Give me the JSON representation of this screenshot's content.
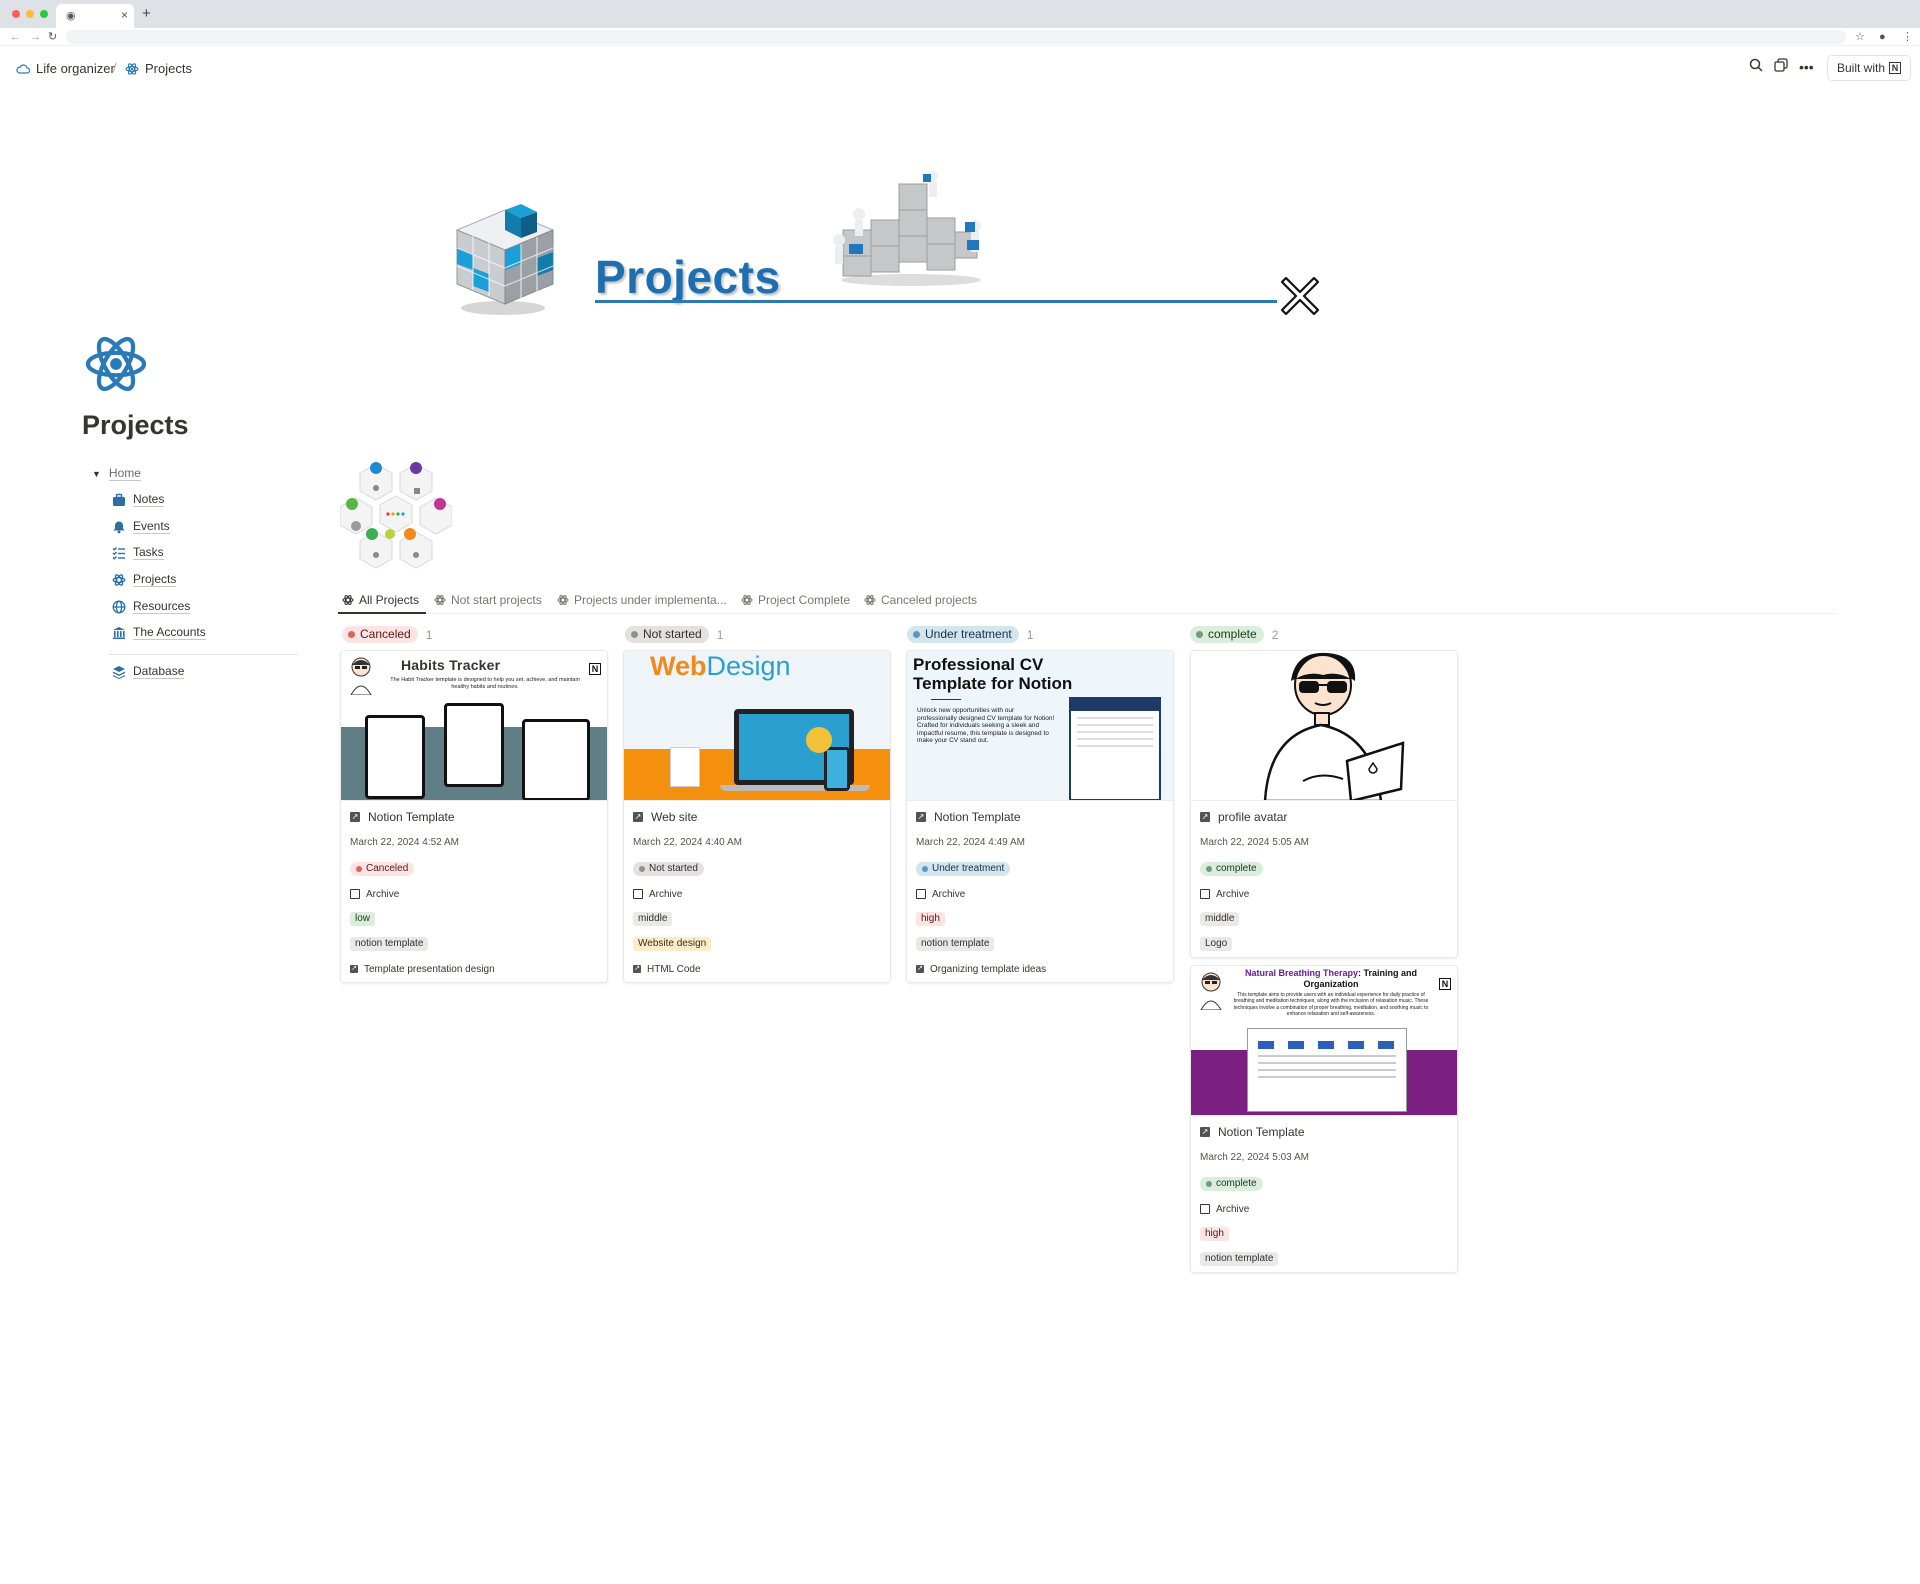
{
  "breadcrumb": {
    "workspace": "Life organizer",
    "page": "Projects"
  },
  "topbar": {
    "built_with": "Built with"
  },
  "banner": {
    "title": "Projects"
  },
  "page": {
    "title": "Projects"
  },
  "sidebar": {
    "home": "Home",
    "items": [
      {
        "label": "Notes",
        "icon": "briefcase-icon"
      },
      {
        "label": "Events",
        "icon": "bell-icon"
      },
      {
        "label": "Tasks",
        "icon": "checklist-icon"
      },
      {
        "label": "Projects",
        "icon": "atom-icon"
      },
      {
        "label": "Resources",
        "icon": "globe-icon"
      },
      {
        "label": "The Accounts",
        "icon": "bank-icon"
      }
    ],
    "database": "Database"
  },
  "views": [
    {
      "label": "All Projects"
    },
    {
      "label": "Not start projects"
    },
    {
      "label": "Projects under implementa..."
    },
    {
      "label": "Project Complete"
    },
    {
      "label": "Canceled projects"
    }
  ],
  "columns": [
    {
      "status": "Canceled",
      "count": "1",
      "bg": "#fbe4e4",
      "dot": "#e16259",
      "fg": "#5d1715"
    },
    {
      "status": "Not started",
      "count": "1",
      "bg": "#e3e2e0",
      "dot": "#91918e",
      "fg": "#32302c"
    },
    {
      "status": "Under treatment",
      "count": "1",
      "bg": "#d3e5ef",
      "dot": "#5b97bd",
      "fg": "#183347"
    },
    {
      "status": "complete",
      "count": "2",
      "bg": "#dbeddb",
      "dot": "#6c9b7d",
      "fg": "#1c3829"
    }
  ],
  "cards": [
    {
      "cover_title": "Habits Tracker",
      "cover_sub": "The Habit Tracker template is designed to help you set, achieve, and maintain healthy habits and routines.",
      "title": "Notion Template",
      "date": "March 22, 2024 4:52 AM",
      "status": "Canceled",
      "archive": "Archive",
      "priority": "low",
      "category": "notion template",
      "relation": "Template presentation design"
    },
    {
      "cover_title_a": "Web",
      "cover_title_b": "Design",
      "title": "Web site",
      "date": "March 22, 2024 4:40 AM",
      "status": "Not started",
      "archive": "Archive",
      "priority": "middle",
      "category": "Website design",
      "relation": "HTML Code"
    },
    {
      "cover_title": "Professional CV Template for Notion",
      "cover_sub": "Unlock new opportunities with our professionally designed CV template for Notion! Crafted for individuals seeking a sleek and impactful resume, this template is designed to make your CV stand out.",
      "title": "Notion Template",
      "date": "March 22, 2024 4:49 AM",
      "status": "Under treatment",
      "archive": "Archive",
      "priority": "high",
      "category": "notion template",
      "relation": "Organizing template ideas"
    },
    {
      "title": "profile avatar",
      "date": "March 22, 2024 5:05 AM",
      "status": "complete",
      "archive": "Archive",
      "priority": "middle",
      "category": "Logo"
    },
    {
      "cover_title_a": "Natural Breathing Therapy",
      "cover_title_b": ": Training and Organization",
      "cover_sub": "This template aims to provide users with an individual experience for daily practice of breathing and meditation techniques, along with the inclusion of relaxation music. These techniques involve a combination of proper breathing, meditation, and soothing music to enhance relaxation and self-awareness.",
      "title": "Notion Template",
      "date": "March 22, 2024 5:03 AM",
      "status": "complete",
      "archive": "Archive",
      "priority": "high",
      "category": "notion template"
    }
  ],
  "colors": {
    "accent": "#2383e2",
    "low_bg": "#dbeddb",
    "low_fg": "#1c3829",
    "middle_bg": "#e9e9e7",
    "middle_fg": "#32302c",
    "high_bg": "#fbe4e4",
    "high_fg": "#5d1715",
    "tag_gray_bg": "#e9e9e7",
    "tag_yellow_bg": "#fdecc8",
    "tag_yellow_fg": "#402c1b"
  }
}
